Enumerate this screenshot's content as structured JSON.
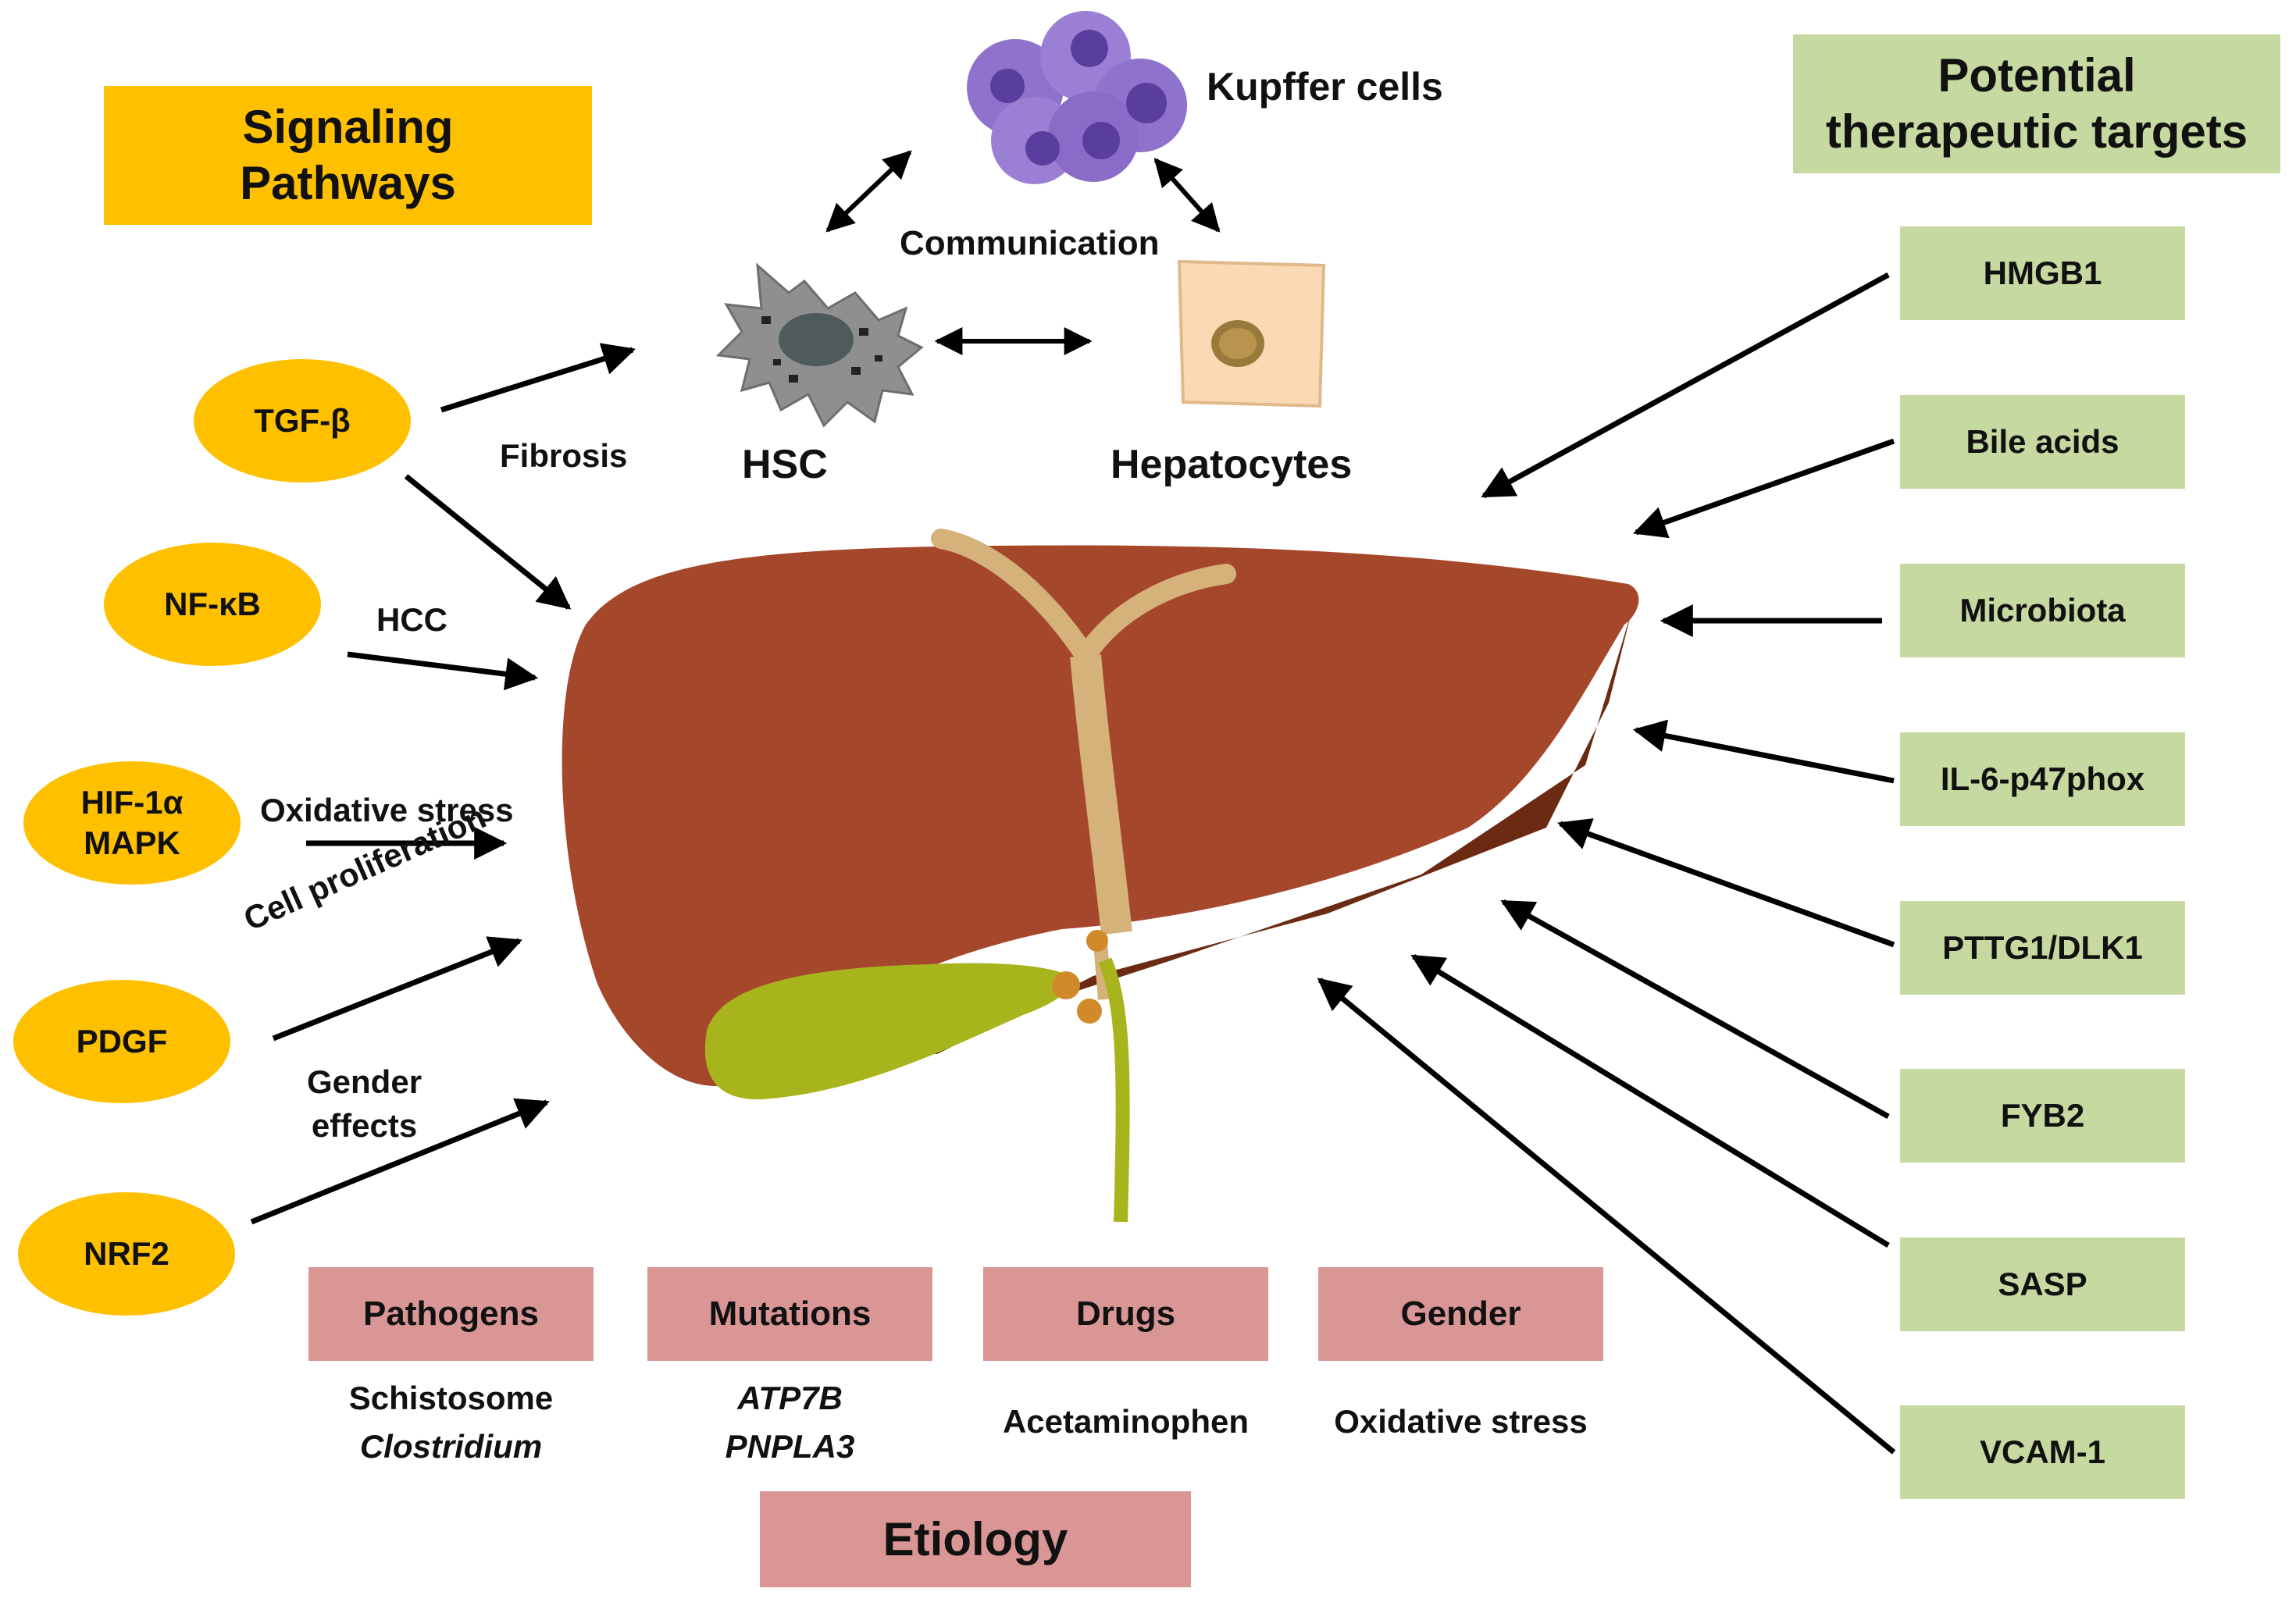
{
  "headers": {
    "signaling": [
      "Signaling",
      "Pathways"
    ],
    "targets": [
      "Potential",
      "therapeutic targets"
    ],
    "etiology": "Etiology"
  },
  "cells": {
    "kupffer": "Kupffer cells",
    "hsc": "HSC",
    "hepatocytes": "Hepatocytes",
    "communication": "Communication"
  },
  "pathways": {
    "tgf": "TGF-β",
    "nfkb": "NF-κB",
    "hif": [
      "HIF-1α",
      "MAPK"
    ],
    "pdgf": "PDGF",
    "nrf2": "NRF2"
  },
  "effects": {
    "fibrosis": "Fibrosis",
    "hcc": "HCC",
    "oxidative": "Oxidative stress",
    "proliferation": "Cell proliferation",
    "gender": [
      "Gender",
      "effects"
    ]
  },
  "targets": [
    "HMGB1",
    "Bile acids",
    "Microbiota",
    "IL-6-p47phox",
    "PTTG1/DLK1",
    "FYB2",
    "SASP",
    "VCAM-1"
  ],
  "etiology_items": [
    {
      "label": "Pathogens",
      "examples": [
        "Schistosome",
        "Clostridium"
      ]
    },
    {
      "label": "Mutations",
      "examples": [
        "ATP7B",
        "PNPLA3"
      ]
    },
    {
      "label": "Drugs",
      "examples": [
        "Acetaminophen"
      ]
    },
    {
      "label": "Gender",
      "examples": [
        "Oxidative stress"
      ]
    }
  ],
  "colors": {
    "pathway_fill": "#ffc000",
    "target_fill": "#c5d9a0",
    "etiology_fill": "#d99694",
    "liver": "#a5472b",
    "liver_shadow": "#6b2b12",
    "ligament": "#d4b27a",
    "gallbladder": "#a8b41c",
    "kupffer": "#9b7fd4",
    "hsc": "#8a8a8a",
    "hepatocyte": "#f9dab5"
  }
}
